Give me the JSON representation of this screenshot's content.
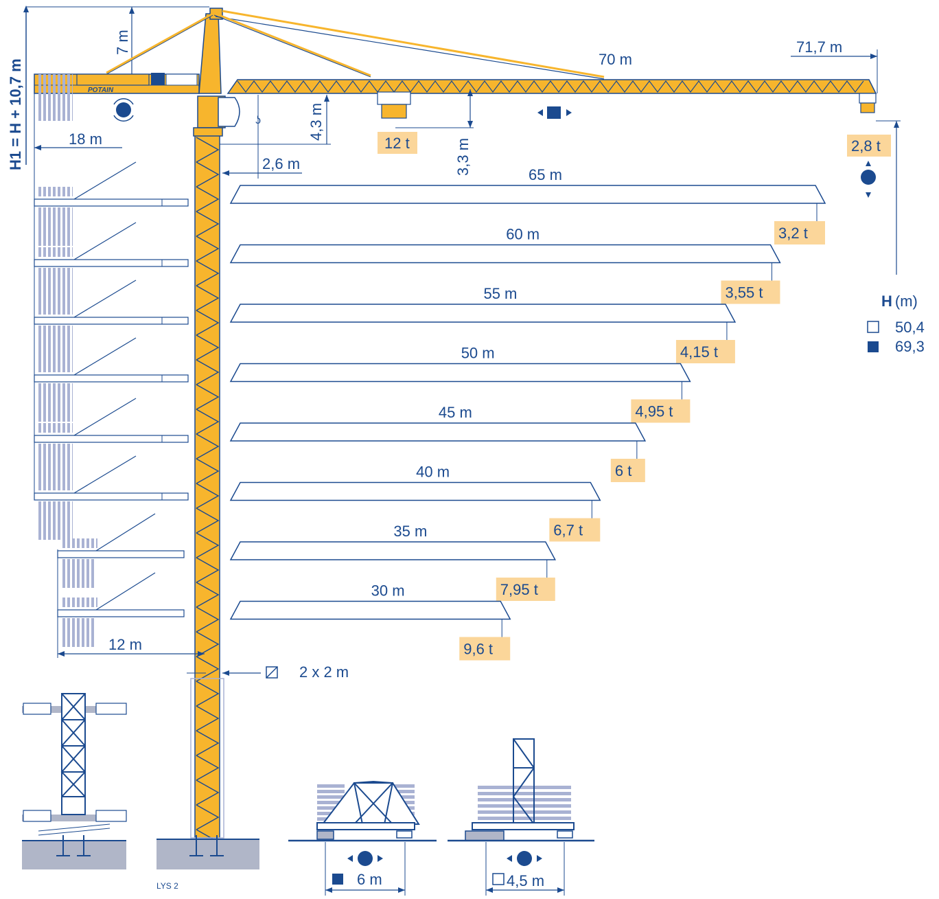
{
  "colors": {
    "blue": "#1b4a8f",
    "yellow": "#f7b52d",
    "load_box": "#fbd69a",
    "grey": "#a9b2d3",
    "ground": "#b0b6c8"
  },
  "top": {
    "height_label": "H1 = H + 10,7 m",
    "head_height": "7 m",
    "jib_length": "70 m",
    "max_reach": "71,7 m",
    "counter_jib": "18 m",
    "hook_offset": "2,6 m",
    "trolley_height": "4,3 m",
    "hook_drop": "3,3 m",
    "max_load": "12 t",
    "tip_load": "2,8 t",
    "counterweight_brand": "POTAIN"
  },
  "height_legend": {
    "title_bold": "H",
    "title_unit": "(m)",
    "values": [
      "50,4",
      "69,3"
    ]
  },
  "jibs": [
    {
      "length": "65 m",
      "load": "3,2 t"
    },
    {
      "length": "60 m",
      "load": "3,55 t"
    },
    {
      "length": "55 m",
      "load": "4,15 t"
    },
    {
      "length": "50 m",
      "load": "4,95 t"
    },
    {
      "length": "45 m",
      "load": "6 t"
    },
    {
      "length": "40 m",
      "load": "6,7 t"
    },
    {
      "length": "35 m",
      "load": "7,95 t"
    },
    {
      "length": "30 m",
      "load": "9,6 t"
    }
  ],
  "counter_jib_short": "12 m",
  "mast_section": "2 x 2 m",
  "mast_code": "LYS 2",
  "base_wide": "6 m",
  "base_narrow": "4,5 m"
}
